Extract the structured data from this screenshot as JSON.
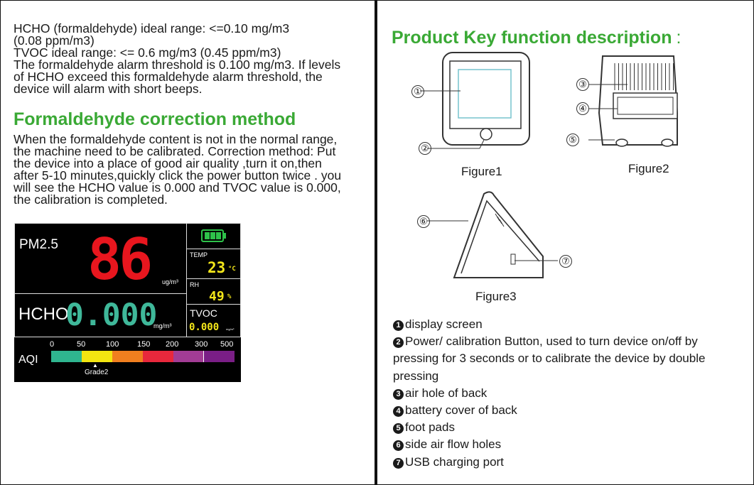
{
  "left": {
    "intro_lines": [
      "HCHO (formaldehyde) ideal range: <=0.10 mg/m3",
      "(0.08 ppm/m3)",
      "TVOC ideal range: <= 0.6 mg/m3 (0.45 ppm/m3)",
      "The formaldehyde alarm threshold is 0.100 mg/m3. If levels",
      "of HCHO exceed this formaldehyde alarm threshold, the",
      "device will alarm with short beeps."
    ],
    "correction_title": "Formaldehyde correction method",
    "correction_lines": [
      "When the formaldehyde content is not in the normal range,",
      "the machine need to be calibrated. Correction method: Put",
      "the device into a place of good air quality ,turn it on,then",
      "after 5-10  minutes,quickly click the power button twice . you",
      "will see the HCHO value is 0.000 and TVOC value is 0.000,",
      "the calibration is completed."
    ]
  },
  "display": {
    "pm_label": "PM2.5",
    "pm_value": "86",
    "pm_unit": "ug/m³",
    "temp_label": "TEMP",
    "temp_value": "23",
    "temp_unit": "°C",
    "rh_label": "RH",
    "rh_value": "49",
    "rh_unit": "%",
    "hcho_label": "HCHO",
    "hcho_value": "0.000",
    "hcho_unit": "mg/m³",
    "tvoc_label": "TVOC",
    "tvoc_value": "0.000",
    "tvoc_unit": "mg/m³",
    "aqi_label": "AQI",
    "aqi_ticks": [
      "0",
      "50",
      "100",
      "150",
      "200",
      "300",
      "500"
    ],
    "aqi_grade": "Grade2",
    "aqi_colors": [
      "#2fb58f",
      "#f2e511",
      "#f07f1f",
      "#e8283c",
      "#a23c95",
      "#7a1e86"
    ],
    "battery_color": "#2ec24a",
    "pm_color": "#e8161e",
    "hcho_color": "#3fb89a",
    "temp_color": "#f3e61a"
  },
  "right": {
    "title": "Product Key function description",
    "title_colon": ":",
    "figures": [
      "Figure1",
      "Figure2",
      "Figure3"
    ],
    "callouts": [
      "①",
      "②",
      "③",
      "④",
      "⑤",
      "⑥",
      "⑦"
    ],
    "legend": [
      {
        "num": "1",
        "text": "display screen"
      },
      {
        "num": "2",
        "text": "Power/ calibration Button, used to turn device on/off by"
      },
      {
        "num": "",
        "text": "pressing for 3 seconds or to calibrate the device by double"
      },
      {
        "num": "",
        "text": "pressing"
      },
      {
        "num": "3",
        "text": "air hole of back"
      },
      {
        "num": "4",
        "text": "battery cover of back"
      },
      {
        "num": "5",
        "text": "foot pads"
      },
      {
        "num": "6",
        "text": "side air flow holes"
      },
      {
        "num": "7",
        "text": "USB charging port"
      }
    ]
  }
}
